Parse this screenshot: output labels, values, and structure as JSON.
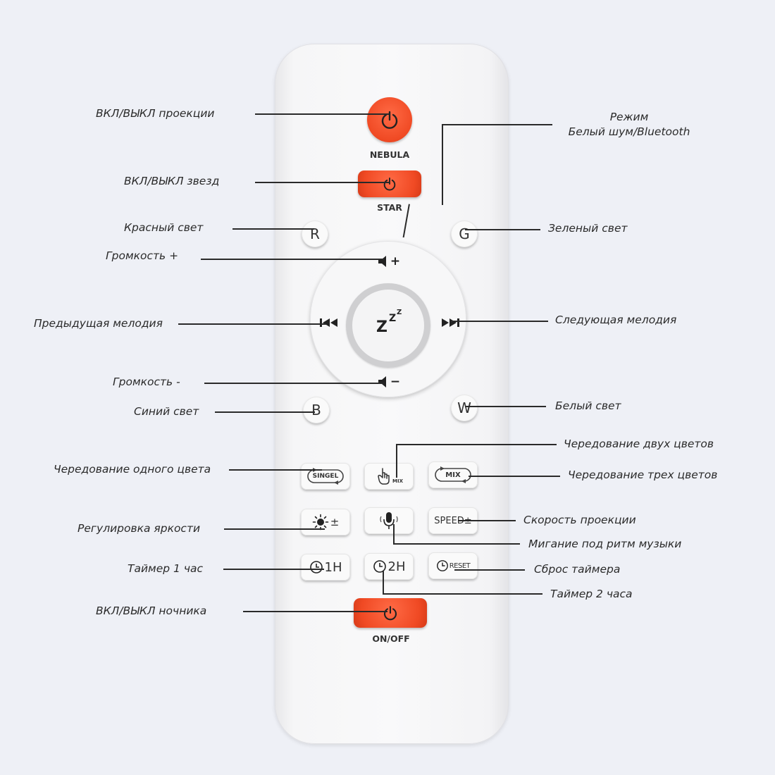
{
  "remote": {
    "nebula_caption": "NEBULA",
    "star_caption": "STAR",
    "onoff_caption": "ON/OFF",
    "btn_r": "R",
    "btn_g": "G",
    "btn_b": "B",
    "btn_w": "W",
    "vol_plus": "+",
    "vol_minus": "−",
    "zzz": "Z",
    "btn_singel": "SINGEL",
    "btn_mix_hand": "MIX",
    "btn_mix": "MIX",
    "btn_brightness": "±",
    "btn_speed": "SPEED±",
    "btn_1h": "1H",
    "btn_2h": "2H",
    "btn_reset": "RESET"
  },
  "labels": {
    "nebula_power": "ВКЛ/ВЫКЛ проекции",
    "mode_line1": "Режим",
    "mode_line2": "Белый шум/Bluetooth",
    "star_power": "ВКЛ/ВЫКЛ звезд",
    "red_light": "Красный свет",
    "green_light": "Зеленый свет",
    "volume_up": "Громкость +",
    "prev_track": "Предыдущая мелодия",
    "next_track": "Следующая мелодия",
    "volume_down": "Громкость -",
    "blue_light": "Синий свет",
    "white_light": "Белый свет",
    "two_colors": "Чередование двух цветов",
    "one_color": "Чередование одного цвета",
    "three_colors": "Чередование трех цветов",
    "brightness": "Регулировка яркости",
    "speed": "Скорость проекции",
    "music_flash": "Мигание под ритм музыки",
    "timer_1h": "Таймер 1 час",
    "timer_reset": "Сброс таймера",
    "timer_2h": "Таймер 2 часа",
    "night_light": "ВКЛ/ВЫКЛ ночника"
  },
  "colors": {
    "accent_red": "#f04a24",
    "body": "#f7f7f8"
  }
}
